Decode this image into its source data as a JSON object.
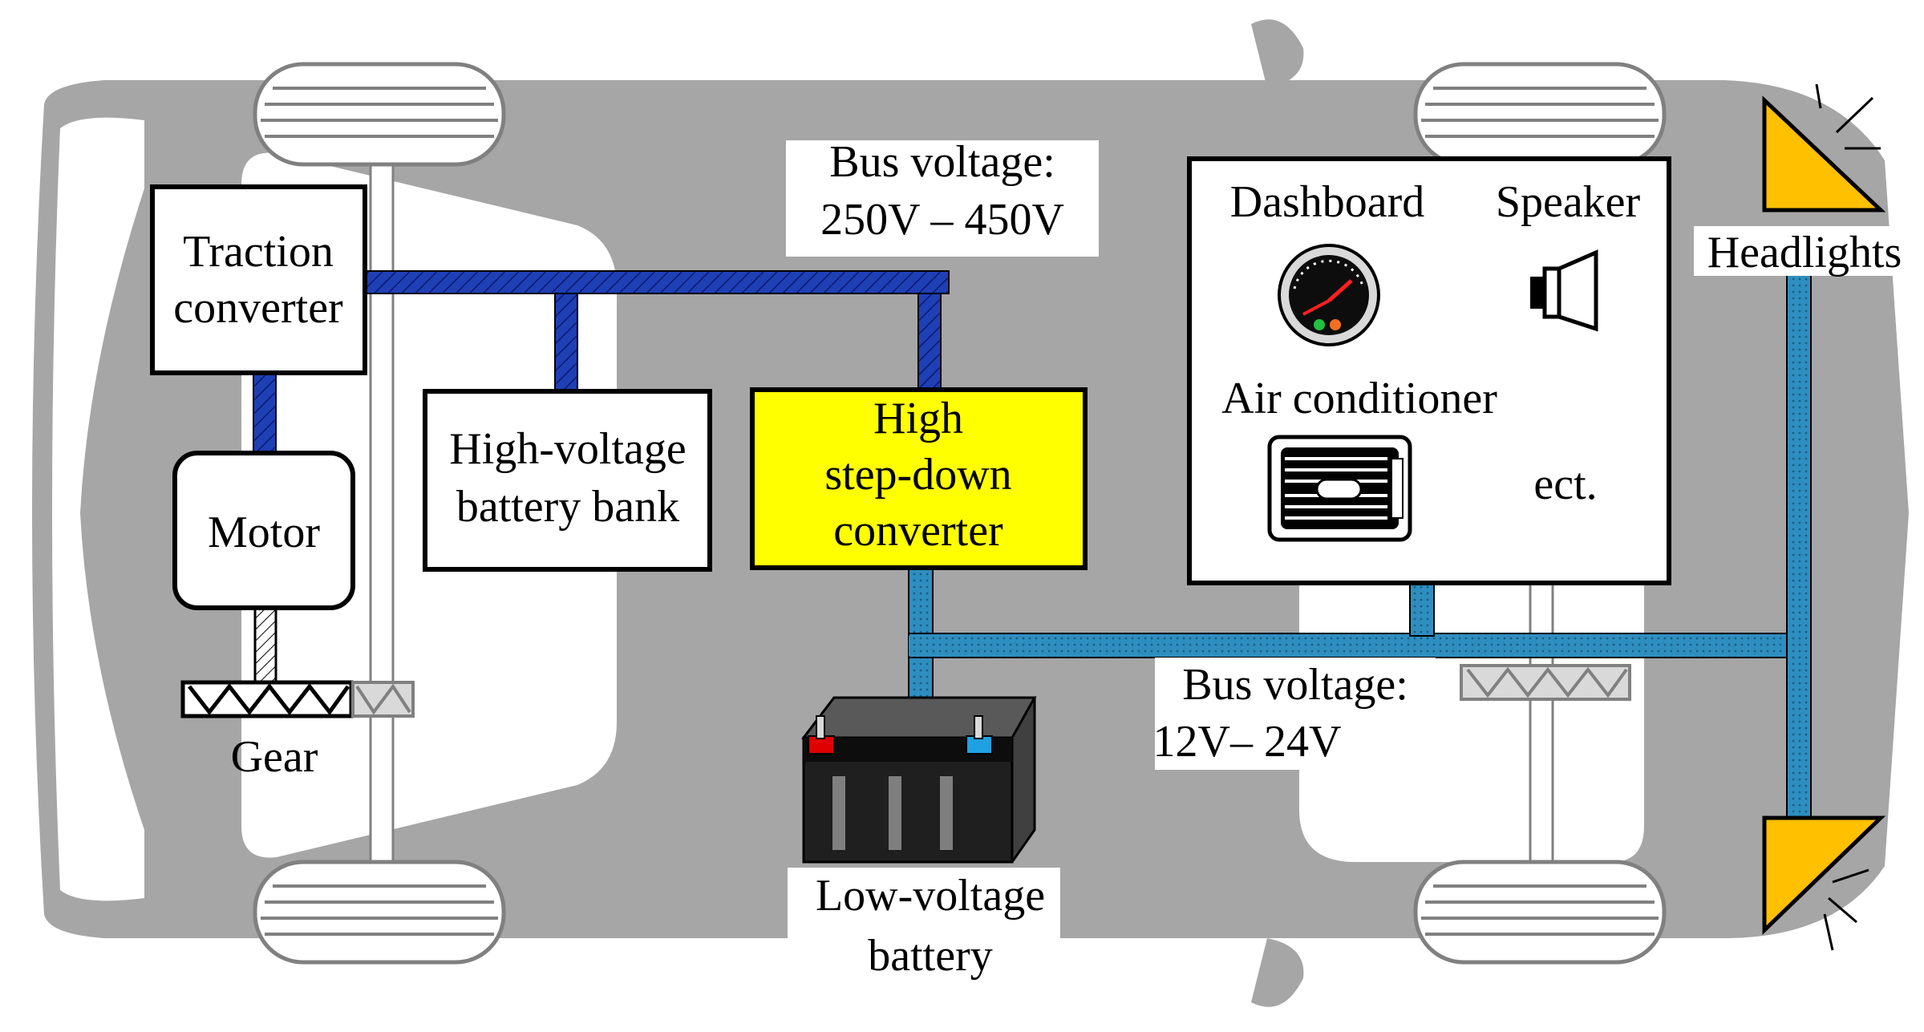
{
  "diagram": {
    "traction_converter": [
      "Traction",
      "converter"
    ],
    "motor": "Motor",
    "gear": "Gear",
    "hv_battery": [
      "High-voltage",
      "battery bank"
    ],
    "step_down": [
      "High",
      "step-down",
      "converter"
    ],
    "hv_bus": [
      "Bus voltage:",
      "250V – 450V"
    ],
    "lv_bus": [
      "Bus voltage:",
      "12V– 24V"
    ],
    "lv_battery": [
      "Low-voltage",
      "battery"
    ],
    "loads": {
      "dashboard": "Dashboard",
      "speaker": "Speaker",
      "air_conditioner": "Air conditioner",
      "etc": "ect."
    },
    "headlights": "Headlights"
  },
  "colors": {
    "car_body": "#a6a6a6",
    "hv_bus": "#1f3fb5",
    "lv_bus": "#2f8ec0",
    "step_down_fill": "#ffff00",
    "headlight": "#ffc000",
    "battery_body": "#262626",
    "terminal_positive": "#e00000",
    "terminal_negative": "#1fa0e0"
  }
}
